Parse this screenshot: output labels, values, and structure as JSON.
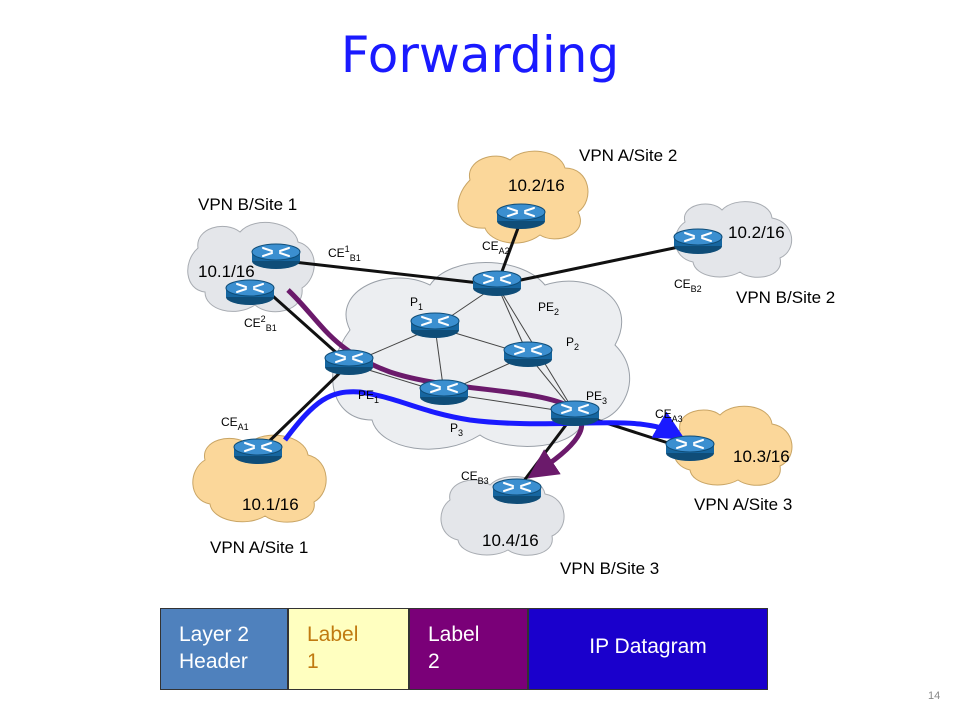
{
  "title": "Forwarding",
  "sites": {
    "vpn_a_site1": {
      "name": "VPN A/Site 1",
      "prefix": "10.1/16"
    },
    "vpn_a_site2": {
      "name": "VPN A/Site 2",
      "prefix": "10.2/16"
    },
    "vpn_a_site3": {
      "name": "VPN A/Site 3",
      "prefix": "10.3/16"
    },
    "vpn_b_site1": {
      "name": "VPN B/Site 1",
      "prefix": "10.1/16"
    },
    "vpn_b_site2": {
      "name": "VPN B/Site 2",
      "prefix": "10.2/16"
    },
    "vpn_b_site3": {
      "name": "VPN B/Site 3",
      "prefix": "10.4/16"
    }
  },
  "routers": {
    "ce_a1": {
      "base": "CE",
      "sub": "A1",
      "sup": ""
    },
    "ce_a2": {
      "base": "CE",
      "sub": "A2",
      "sup": ""
    },
    "ce_a3": {
      "base": "CE",
      "sub": "A3",
      "sup": ""
    },
    "ce_b1_1": {
      "base": "CE",
      "sub": "B1",
      "sup": "1"
    },
    "ce_b1_2": {
      "base": "CE",
      "sub": "B1",
      "sup": "2"
    },
    "ce_b2": {
      "base": "CE",
      "sub": "B2",
      "sup": ""
    },
    "ce_b3": {
      "base": "CE",
      "sub": "B3",
      "sup": ""
    },
    "pe1": {
      "base": "PE",
      "sub": "1",
      "sup": ""
    },
    "pe2": {
      "base": "PE",
      "sub": "2",
      "sup": ""
    },
    "pe3": {
      "base": "PE",
      "sub": "3",
      "sup": ""
    },
    "p1": {
      "base": "P",
      "sub": "1",
      "sup": ""
    },
    "p2": {
      "base": "P",
      "sub": "2",
      "sup": ""
    },
    "p3": {
      "base": "P",
      "sub": "3",
      "sup": ""
    }
  },
  "packet": {
    "layer2_line1": "Layer 2",
    "layer2_line2": "Header",
    "label1_line1": "Label",
    "label1_line2": "1",
    "label2_line1": "Label",
    "label2_line2": "2",
    "ip": "IP Datagram"
  },
  "colors": {
    "title": "#1a1aff",
    "site_a_cloud": "#fbd79a",
    "site_b_cloud": "#e4e6ea",
    "path_vpn_a": "#1a1aff",
    "path_vpn_b": "#6b1a6b",
    "router": "#1d6fa5"
  },
  "page_number": "14"
}
